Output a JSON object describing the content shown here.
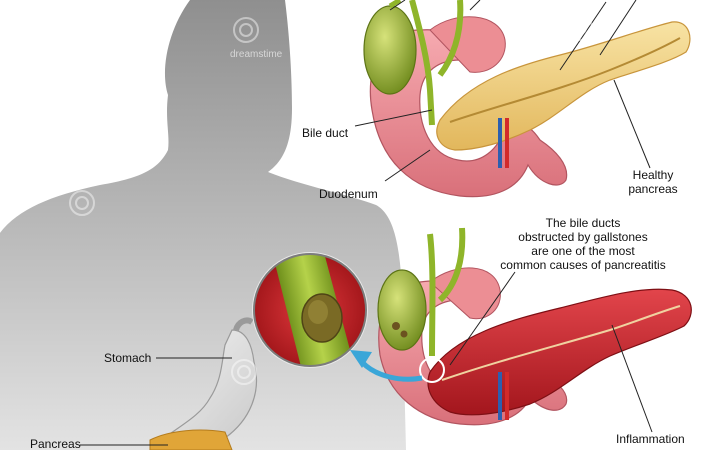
{
  "labels": {
    "bile_duct": "Bile duct",
    "duodenum": "Duodenum",
    "healthy_pancreas": [
      "Healthy",
      "pancreas"
    ],
    "stomach": "Stomach",
    "pancreas": "Pancreas",
    "inflammation": "Inflammation"
  },
  "caption_lines": [
    "The bile ducts",
    "obstructed by gallstones",
    "are one of the most",
    "common causes of pancreatitis"
  ],
  "watermark": "dreamstime",
  "colors": {
    "silhouette": "#b9b9b9",
    "gallbladder": "#a6b83a",
    "duodenum": "#ec8e94",
    "healthy_pancreas": "#f2d48a",
    "inflamed_pancreas": "#c9262e",
    "bile_duct": "#8fb52a",
    "zoom_background": "#c8252c",
    "arrow": "#3aa6d8"
  }
}
